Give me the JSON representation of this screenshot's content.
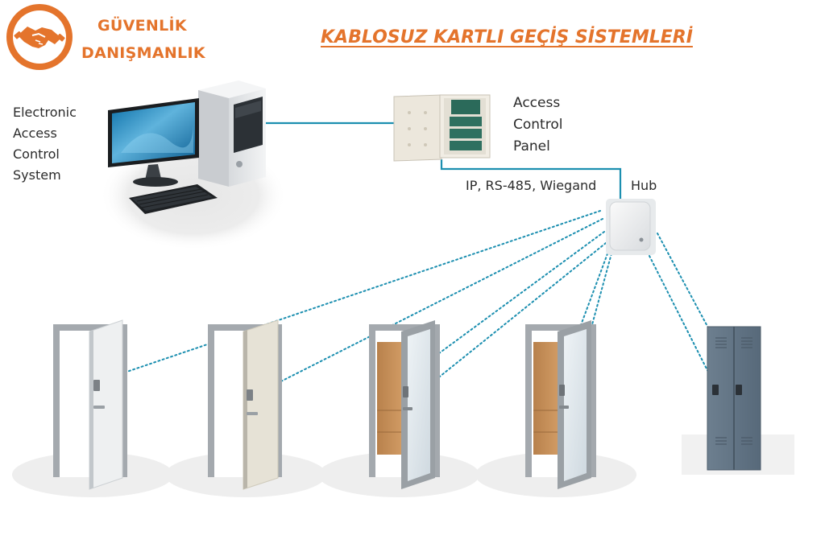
{
  "brand": {
    "line1": "GÜVENLİK",
    "line2": "DANIŞMANLIK",
    "logo_icon": "handshake-icon",
    "color": "#e4742c"
  },
  "title": "KABLOSUZ KARTLI GEÇİŞ SİSTEMLERİ",
  "system": {
    "lines": [
      "Electronic",
      "Access",
      "Control",
      "System"
    ],
    "icon": "desktop-computer-icon"
  },
  "panel": {
    "lines": [
      "Access",
      "Control",
      "Panel"
    ],
    "icon": "control-panel-icon"
  },
  "connection": {
    "protocols": "IP, RS-485, Wiegand",
    "wired_color": "#1c8fb0",
    "wireless_color": "#1c8fb0"
  },
  "hub": {
    "label": "Hub",
    "icon": "wireless-hub-icon"
  },
  "devices": [
    {
      "type": "door",
      "variant": "white-solid",
      "icon": "door-icon"
    },
    {
      "type": "door",
      "variant": "beige-solid",
      "icon": "door-icon"
    },
    {
      "type": "door",
      "variant": "glass-wood-interior",
      "icon": "door-icon"
    },
    {
      "type": "door",
      "variant": "glass-wood-interior",
      "icon": "door-icon"
    },
    {
      "type": "locker",
      "variant": "steel-double",
      "icon": "locker-icon"
    }
  ]
}
